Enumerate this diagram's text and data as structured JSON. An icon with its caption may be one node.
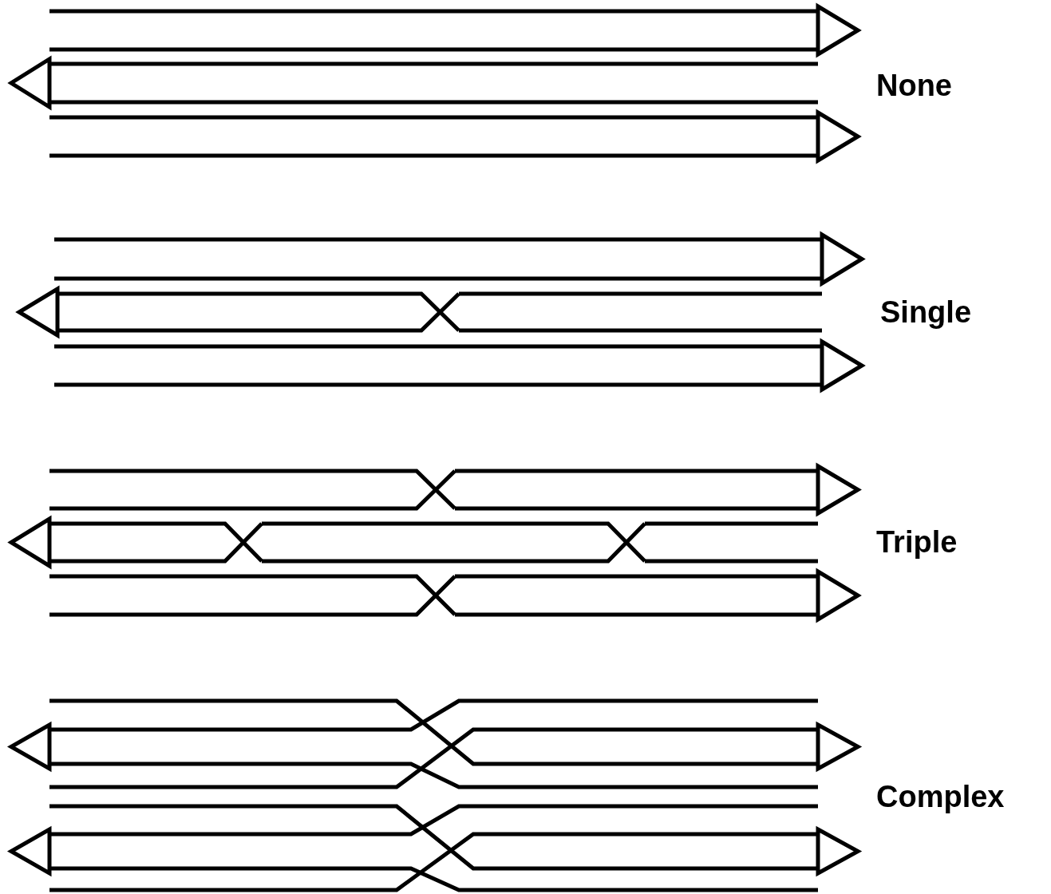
{
  "diagram": {
    "labels": [
      "None",
      "Single",
      "Triple",
      "Complex"
    ]
  }
}
